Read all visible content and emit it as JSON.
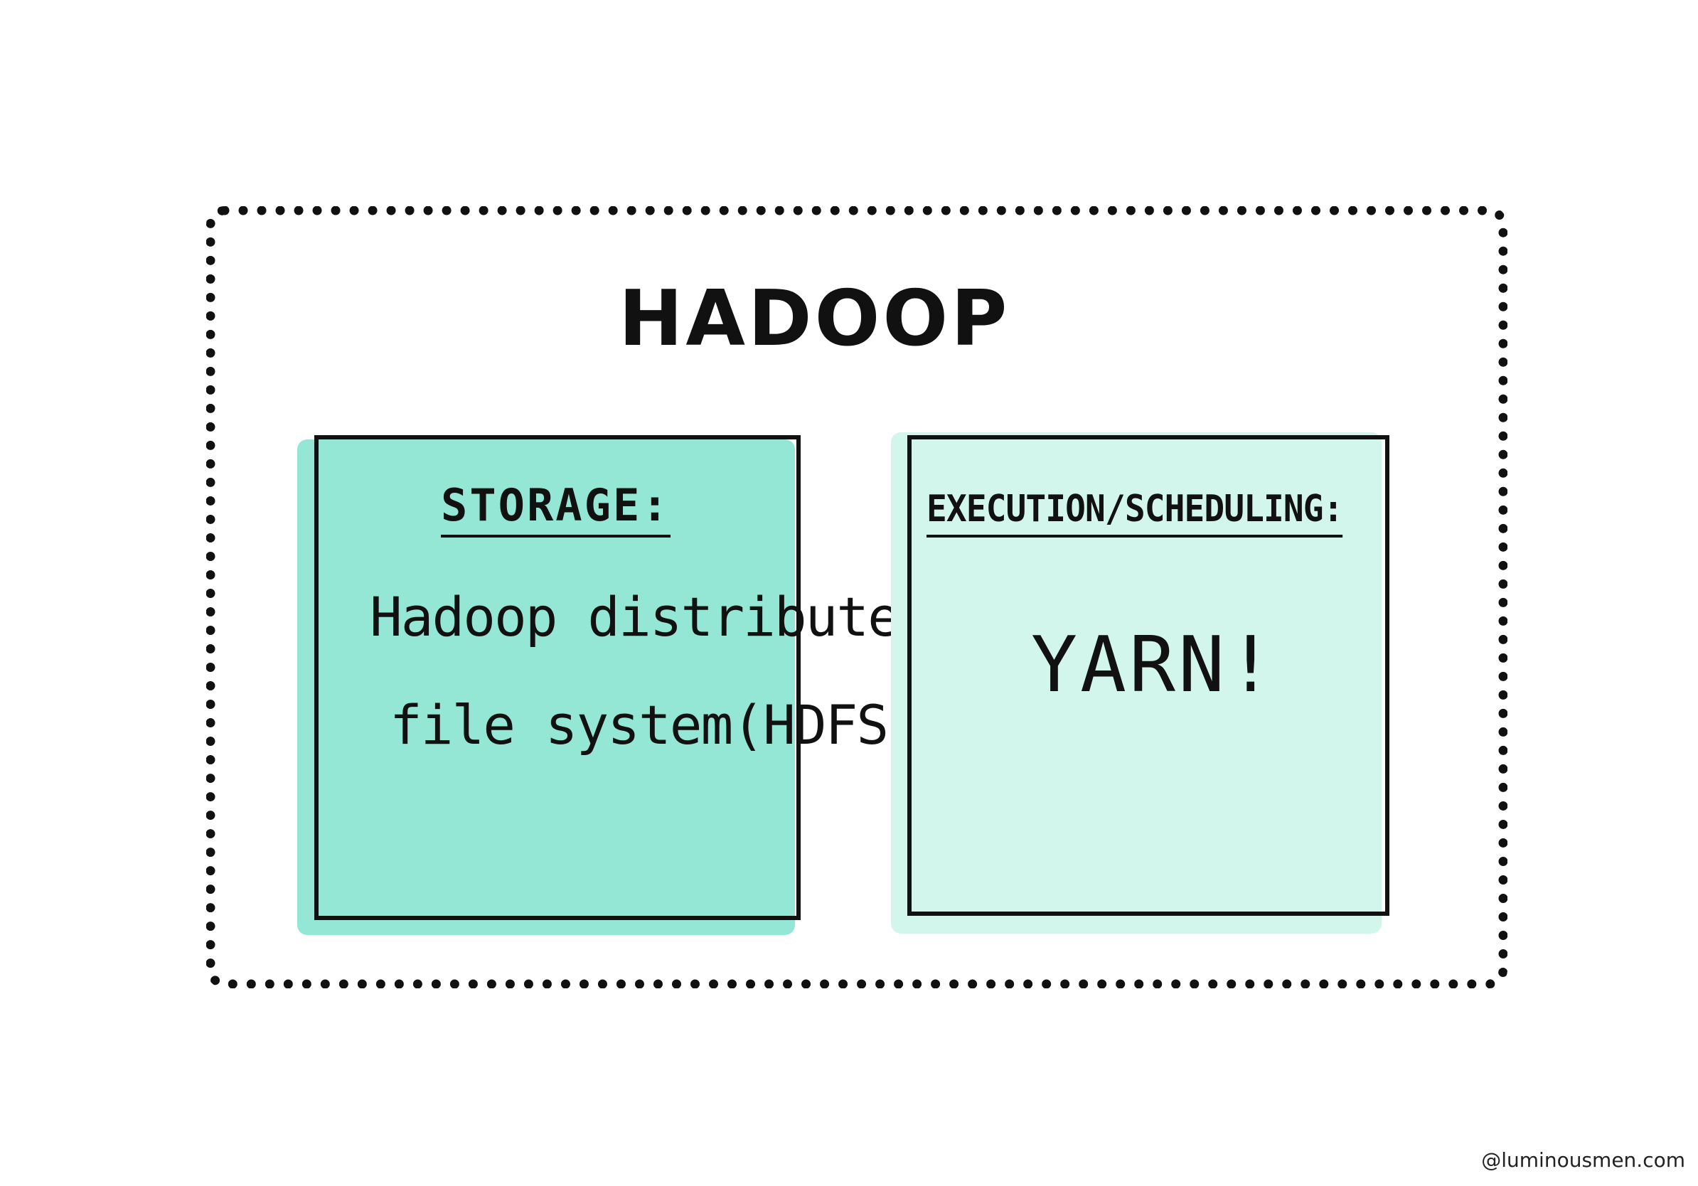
{
  "diagram": {
    "title": "HADOOP",
    "colors": {
      "ink": "#111111",
      "storage_fill": "#93e7d4",
      "execution_fill": "#d2f5ec",
      "background": "#ffffff"
    },
    "storage": {
      "heading": "STORAGE:",
      "line1": "Hadoop distributed",
      "line2": "file system(HDFS)"
    },
    "execution": {
      "heading": "EXECUTION/SCHEDULING:",
      "body": "YARN!"
    },
    "credit": "@luminousmen.com"
  }
}
